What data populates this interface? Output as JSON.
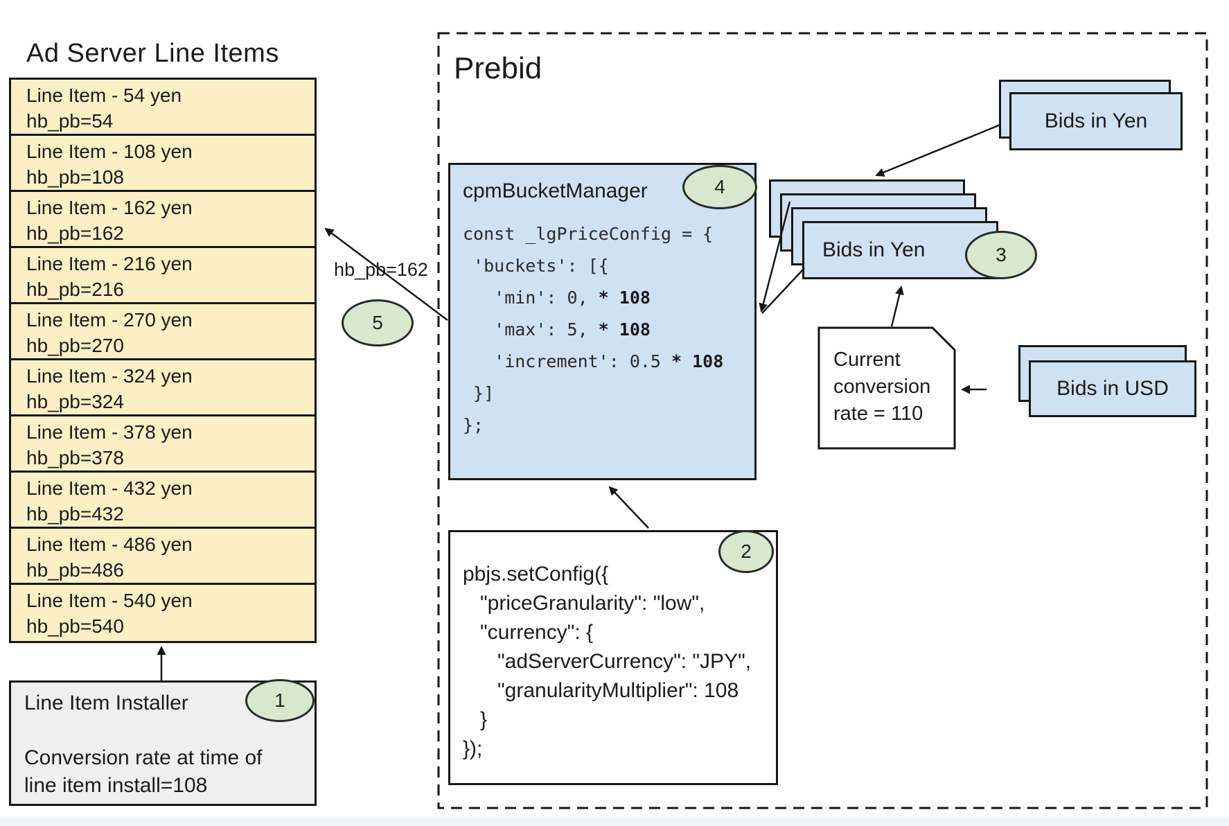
{
  "ad_server": {
    "title": "Ad Server Line Items",
    "line_items": [
      {
        "title": "Line Item - 54 yen",
        "hb_pb": "hb_pb=54"
      },
      {
        "title": "Line Item - 108 yen",
        "hb_pb": "hb_pb=108"
      },
      {
        "title": "Line Item - 162 yen",
        "hb_pb": "hb_pb=162"
      },
      {
        "title": "Line Item - 216 yen",
        "hb_pb": "hb_pb=216"
      },
      {
        "title": "Line Item - 270 yen",
        "hb_pb": "hb_pb=270"
      },
      {
        "title": "Line Item - 324 yen",
        "hb_pb": "hb_pb=324"
      },
      {
        "title": "Line Item - 378 yen",
        "hb_pb": "hb_pb=378"
      },
      {
        "title": "Line Item - 432 yen",
        "hb_pb": "hb_pb=432"
      },
      {
        "title": "Line Item - 486 yen",
        "hb_pb": "hb_pb=486"
      },
      {
        "title": "Line Item - 540 yen",
        "hb_pb": "hb_pb=540"
      }
    ],
    "installer": {
      "title": "Line Item Installer",
      "badge": "1",
      "description": [
        "Conversion rate at time of",
        "line item install=108"
      ]
    }
  },
  "prebid": {
    "title": "Prebid",
    "bucket_manager": {
      "label": "cpmBucketManager",
      "badge": "4",
      "code": [
        {
          "text": "const _lgPriceConfig = {"
        },
        {
          "text": " 'buckets': [{"
        },
        {
          "text": "   'min': 0, ",
          "bold": "* 108"
        },
        {
          "text": "   'max': 5, ",
          "bold": "* 108"
        },
        {
          "text": "   'increment': 0.5 ",
          "bold": "* 108"
        },
        {
          "text": " }]"
        },
        {
          "text": "};"
        }
      ]
    },
    "set_config": {
      "badge": "2",
      "code": [
        "pbjs.setConfig({",
        "   \"priceGranularity\": \"low\",",
        "   \"currency\": {",
        "      \"adServerCurrency\": \"JPY\",",
        "      \"granularityMultiplier\": 108",
        "   }",
        "});"
      ]
    },
    "bids_in_yen_top": {
      "label": "Bids in Yen"
    },
    "bids_in_yen_stack": {
      "label": "Bids in Yen",
      "badge": "3"
    },
    "bids_in_usd": {
      "label": "Bids in USD"
    },
    "conversion_note": {
      "lines": [
        "Current",
        "conversion",
        "rate = 110"
      ]
    },
    "hb_pb_callout": {
      "text": "hb_pb=162",
      "badge": "5"
    }
  },
  "colors": {
    "row_yellow": "#faefc5",
    "card_blue": "#cfe1f2",
    "badge_green": "#d8e8ce",
    "installer_gray": "#efefef",
    "line_black": "#161616"
  }
}
